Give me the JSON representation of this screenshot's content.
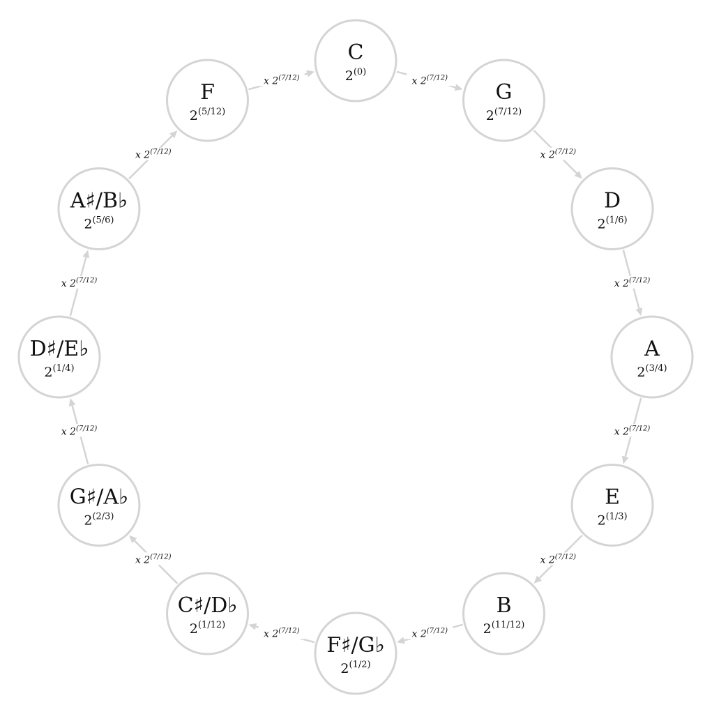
{
  "diagram": {
    "edge_label": {
      "prefix": "x 2",
      "exponent": "(7/12)"
    },
    "nodes": [
      {
        "note": "C",
        "base": "2",
        "exponent": "(0)"
      },
      {
        "note": "G",
        "base": "2",
        "exponent": "(7/12)"
      },
      {
        "note": "D",
        "base": "2",
        "exponent": "(1/6)"
      },
      {
        "note": "A",
        "base": "2",
        "exponent": "(3/4)"
      },
      {
        "note": "E",
        "base": "2",
        "exponent": "(1/3)"
      },
      {
        "note": "B",
        "base": "2",
        "exponent": "(11/12)"
      },
      {
        "note": "F♯/G♭",
        "base": "2",
        "exponent": "(1/2)"
      },
      {
        "note": "C♯/D♭",
        "base": "2",
        "exponent": "(1/12)"
      },
      {
        "note": "G♯/A♭",
        "base": "2",
        "exponent": "(2/3)"
      },
      {
        "note": "D♯/E♭",
        "base": "2",
        "exponent": "(1/4)"
      },
      {
        "note": "A♯/B♭",
        "base": "2",
        "exponent": "(5/6)"
      },
      {
        "note": "F",
        "base": "2",
        "exponent": "(5/12)"
      }
    ],
    "colors": {
      "stroke": "#d4d4d4",
      "text": "#111111"
    }
  }
}
